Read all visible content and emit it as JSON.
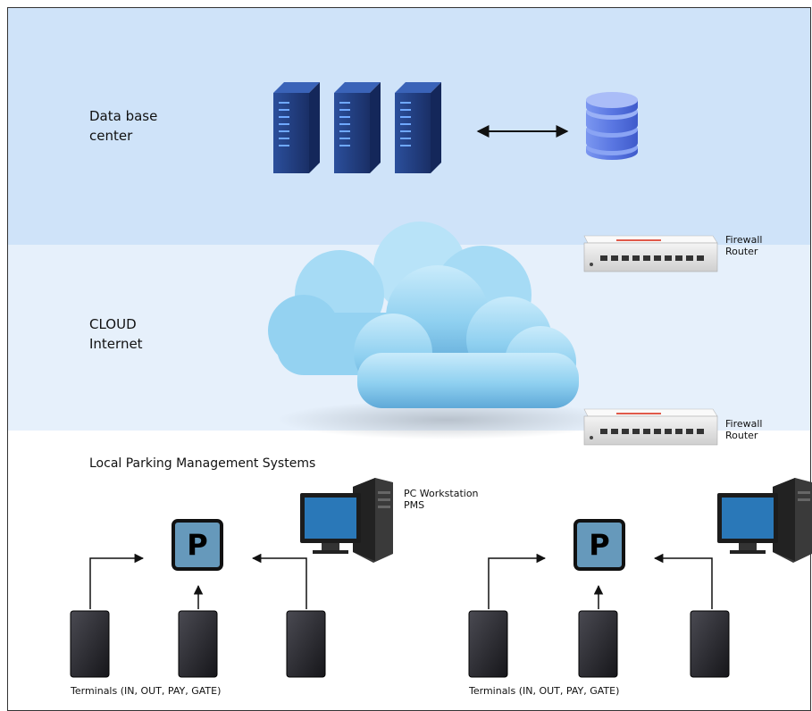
{
  "zones": {
    "database": {
      "label_line1": "Data base",
      "label_line2": "center"
    },
    "cloud": {
      "label_line1": "CLOUD",
      "label_line2": "Internet"
    },
    "local": {
      "title": "Local Parking Management Systems"
    }
  },
  "firewalls": [
    {
      "line1": "Firewall",
      "line2": "Router"
    },
    {
      "line1": "Firewall",
      "line2": "Router"
    }
  ],
  "workstation": {
    "line1": "PC Workstation",
    "line2": "PMS"
  },
  "parking_symbol": "P",
  "terminals_caption": "Terminals  (IN, OUT, PAY, GATE)",
  "colors": {
    "db_band": "#cfe3f9",
    "cloud_band": "#e6f0fb",
    "parking_box": "#6699bb",
    "server": "#1f3a7a",
    "database_disk": "#5b78e0",
    "cloud": "#8cccee"
  }
}
